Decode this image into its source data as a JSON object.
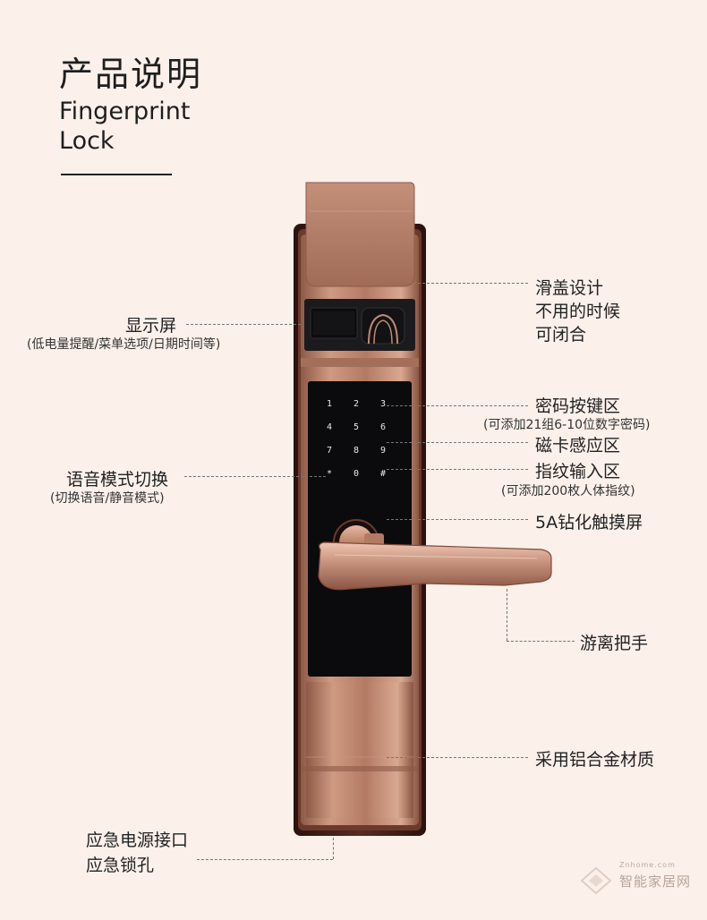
{
  "header": {
    "title_cn": "产品说明",
    "title_en_line1": "Fingerprint",
    "title_en_line2": "Lock"
  },
  "keypad": {
    "keys": [
      "1",
      "2",
      "3",
      "4",
      "5",
      "6",
      "7",
      "8",
      "9",
      "*",
      "0",
      "#"
    ]
  },
  "callouts": {
    "slide_cover": [
      "滑盖设计",
      "不用的时候",
      "可闭合"
    ],
    "display": {
      "label": "显示屏",
      "note": "(低电量提醒/菜单选项/日期时间等)"
    },
    "password_keys": {
      "label": "密码按键区",
      "note": "(可添加21组6-10位数字密码)"
    },
    "card_area": {
      "label": "磁卡感应区"
    },
    "fingerprint": {
      "label": "指纹输入区",
      "note": "(可添加200枚人体指纹)"
    },
    "voice_mode": {
      "label": "语音模式切换",
      "note": "(切换语音/静音模式)"
    },
    "touchscreen": {
      "label": "5A钻化触摸屏"
    },
    "handle": {
      "label": "游离把手"
    },
    "material": {
      "label": "采用铝合金材质"
    },
    "emergency": [
      "应急电源接口",
      "应急锁孔"
    ]
  },
  "watermark": {
    "small_text": "Znhome.com",
    "text": "智能家居网"
  },
  "colors": {
    "background": "#fbf0ea",
    "rose_gold": "#b8826b",
    "frame_dark": "#3a1a14",
    "panel_black": "#0b0b0d"
  }
}
